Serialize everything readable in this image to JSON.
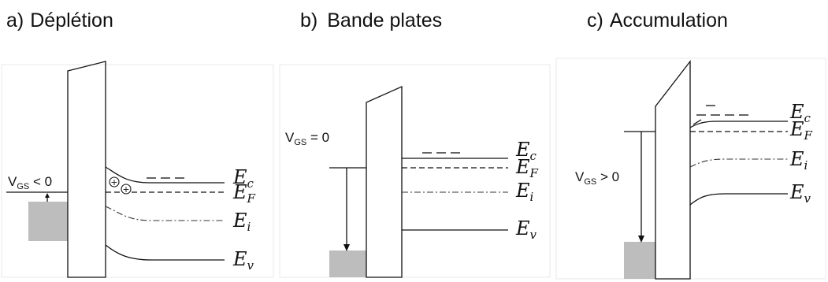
{
  "panels": [
    {
      "label": "a)",
      "title": "Déplétion",
      "voltage": {
        "main": "V",
        "sub": "GS",
        "rest": " < 0"
      }
    },
    {
      "label": "b)",
      "title": "Bande plates",
      "voltage": {
        "main": "V",
        "sub": "GS",
        "rest": " = 0"
      }
    },
    {
      "label": "c)",
      "title": "Accumulation",
      "voltage": {
        "main": "V",
        "sub": "GS",
        "rest": " > 0"
      }
    }
  ],
  "bands": {
    "ec": {
      "main": "E",
      "sub": "c"
    },
    "ef": {
      "main": "E",
      "sub": "F"
    },
    "ei": {
      "main": "E",
      "sub": "i"
    },
    "ev": {
      "main": "E",
      "sub": "v"
    }
  },
  "charge_symbol": "+"
}
